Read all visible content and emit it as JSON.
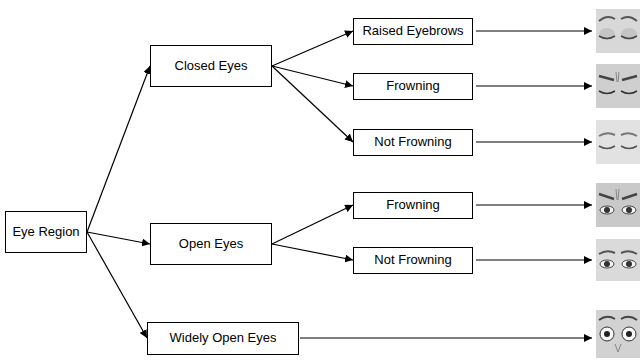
{
  "diagram": {
    "nodes": [
      {
        "text": [
          "Eye Region"
        ]
      },
      {
        "text": [
          "Closed Eyes"
        ]
      },
      {
        "text": [
          "Raised Eyebrows"
        ]
      },
      {
        "text": [
          "Frowning"
        ]
      },
      {
        "text": [
          "Not Frowning"
        ]
      },
      {
        "text": [
          "Open Eyes"
        ]
      },
      {
        "text": [
          "Frowning"
        ]
      },
      {
        "text": [
          "Not Frowning"
        ]
      },
      {
        "text": [
          "Widely Open Eyes"
        ]
      }
    ],
    "edges": [
      {
        "from": 0,
        "to": 1,
        "arrow": "to"
      },
      {
        "from": 0,
        "to": 5,
        "arrow": "to"
      },
      {
        "from": 0,
        "to": 8,
        "arrow": "to"
      },
      {
        "from": 1,
        "to": 2,
        "arrow": "to"
      },
      {
        "from": 1,
        "to": 3,
        "arrow": "to"
      },
      {
        "from": 1,
        "to": 4,
        "arrow": "to"
      },
      {
        "from": 5,
        "to": 6,
        "arrow": "to"
      },
      {
        "from": 5,
        "to": 7,
        "arrow": "to"
      }
    ]
  }
}
